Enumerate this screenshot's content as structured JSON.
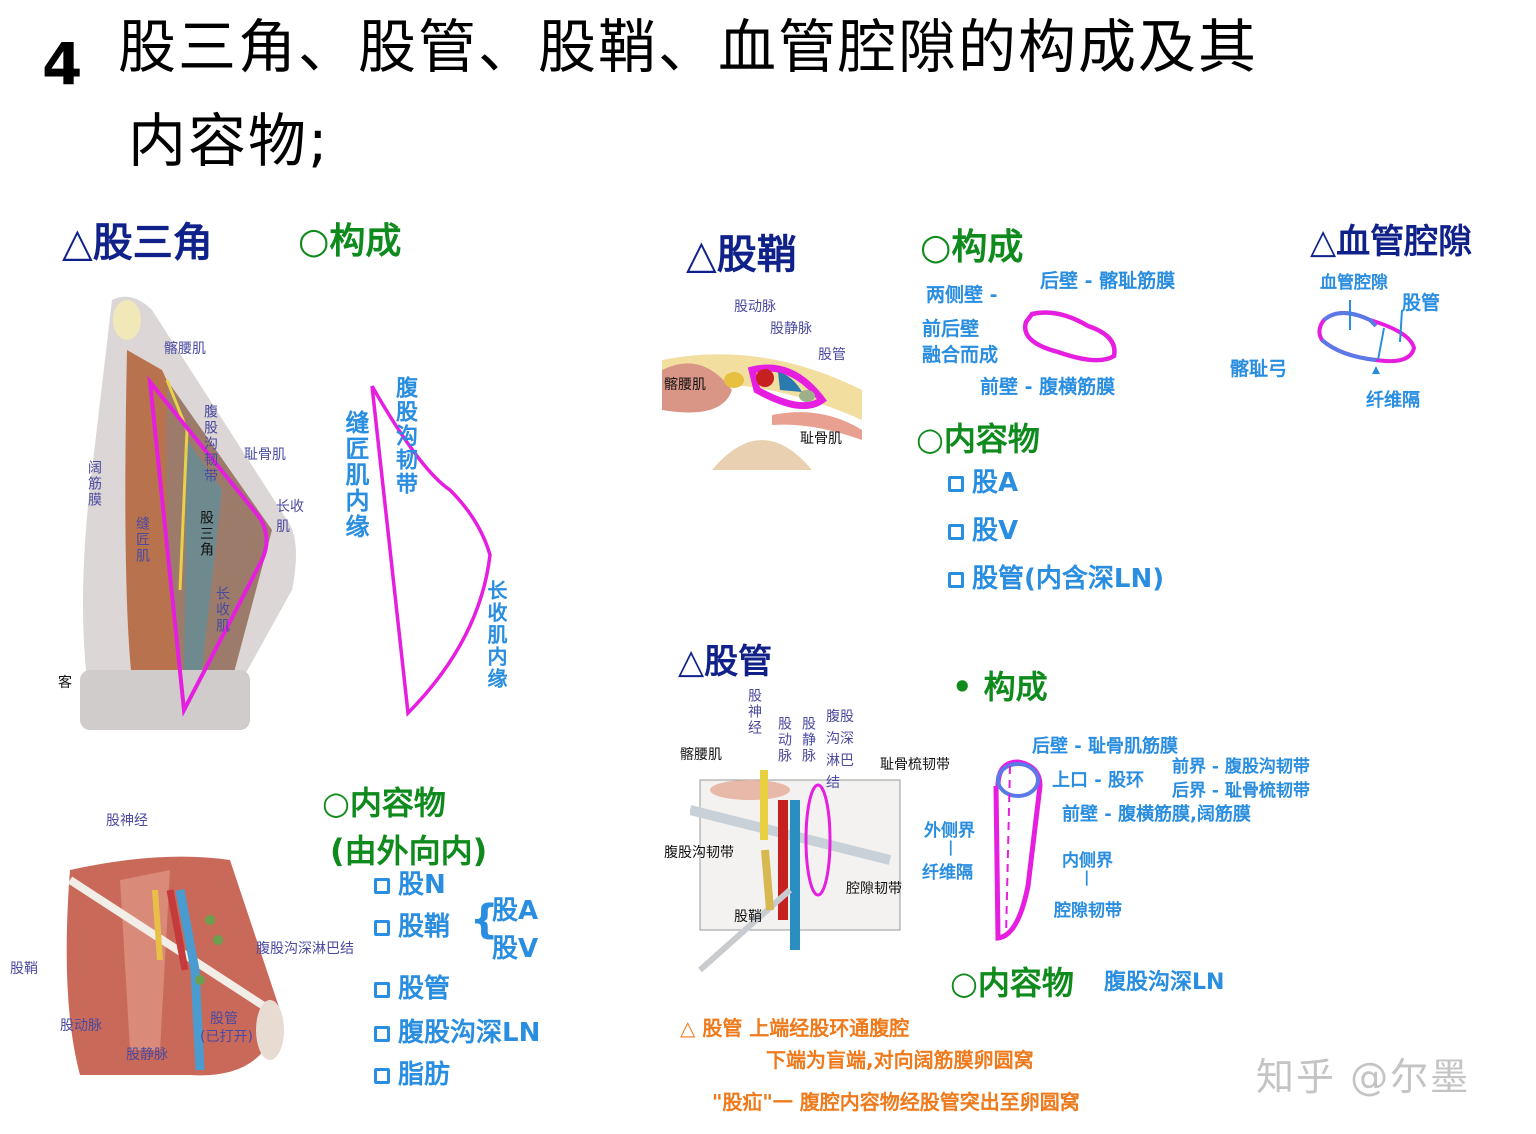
{
  "title": {
    "number": "4",
    "line1": "股三角、股管、股鞘、血管腔隙的构成及其",
    "line2": "内容物;"
  },
  "femoral_triangle": {
    "heading": "△股三角",
    "composition_heading": "○构成",
    "figure_labels": {
      "iliopsoas": "髂腰肌",
      "inguinal_ligament": "腹股沟韧带",
      "pectineus": "耻骨肌",
      "adductor_longus_arrow": "长收肌",
      "fascia_lata": "阔筋膜",
      "sartorius": "缝匠肌",
      "triangle": "股三角",
      "adductor_longus": "长收肌",
      "corner_char": "客"
    },
    "diagram_labels": {
      "top_edge": "腹股沟韧带",
      "left_edge": "缝匠肌内缘",
      "right_edge": "长收肌内缘"
    },
    "contents_heading": "○内容物",
    "contents_sub": "(由外向内)",
    "contents": [
      "股N",
      "股鞘",
      "股管",
      "腹股沟深LN",
      "脂肪"
    ],
    "sheath_items": [
      "股A",
      "股V"
    ],
    "figure2_labels": {
      "femoral_nerve": "股神经",
      "deep_inguinal_ln": "腹股沟深淋巴结",
      "femoral_sheath": "股鞘",
      "femoral_artery": "股动脉",
      "femoral_canal": "股管",
      "opened": "(已打开)",
      "femoral_vein": "股静脉"
    }
  },
  "femoral_sheath": {
    "heading": "△股鞘",
    "composition_heading": "○构成",
    "figure_labels": {
      "femoral_artery": "股动脉",
      "femoral_vein": "股静脉",
      "femoral_canal": "股管",
      "iliopsoas": "髂腰肌",
      "pectineus": "耻骨肌"
    },
    "composition": {
      "sides": "两侧壁 -",
      "fused": [
        "前后壁",
        "融合而成"
      ],
      "posterior": "后壁 - 髂耻筋膜",
      "anterior": "前壁 - 腹横筋膜"
    },
    "contents_heading": "○内容物",
    "contents": [
      "股A",
      "股V",
      "股管(内含深LN)"
    ]
  },
  "vascular_lacuna": {
    "heading": "△血管腔隙",
    "labels": {
      "lacuna": "血管腔隙",
      "canal": "股管",
      "iliopectineal": "髂耻弓",
      "septum": "纤维隔"
    }
  },
  "femoral_canal": {
    "heading": "△股管",
    "figure_labels": {
      "femoral_nerve": "股神经",
      "femoral_artery": "股动脉",
      "femoral_vein": "股静脉",
      "deep_ln": "腹股沟深淋巴结",
      "iliopsoas": "髂腰肌",
      "pectineal_ligament": "耻骨梳韧带",
      "inguinal_ligament": "腹股沟韧带",
      "lacunar_ligament": "腔隙韧带",
      "femoral_sheath": "股鞘"
    },
    "composition_heading": "• 构成",
    "composition": {
      "posterior": "后壁 - 耻骨肌筋膜",
      "upper_opening": "上口 - 股环",
      "front_border": "前界 - 腹股沟韧带",
      "back_border": "后界 - 耻骨梳韧带",
      "anterior": "前壁 - 腹横筋膜,阔筋膜",
      "lateral": [
        "外侧界",
        "|",
        "纤维隔"
      ],
      "medial": [
        "内侧界",
        "|",
        "腔隙韧带"
      ]
    },
    "contents_heading": "○内容物",
    "contents": "腹股沟深LN"
  },
  "note": {
    "line1": "△ 股管 上端经股环通腹腔",
    "line2": "下端为盲端,对向阔筋膜卵圆窝",
    "line3": "\"股疝\"一 腹腔内容物经股管突出至卵圆窝"
  },
  "watermark": "知乎 @尔墨",
  "colors": {
    "heading_navy": "#10228a",
    "heading_green": "#0f8a1c",
    "handwriting_blue": "#2a8ee0",
    "outline_magenta": "#e51ee0",
    "note_orange": "#ef7a1c"
  }
}
